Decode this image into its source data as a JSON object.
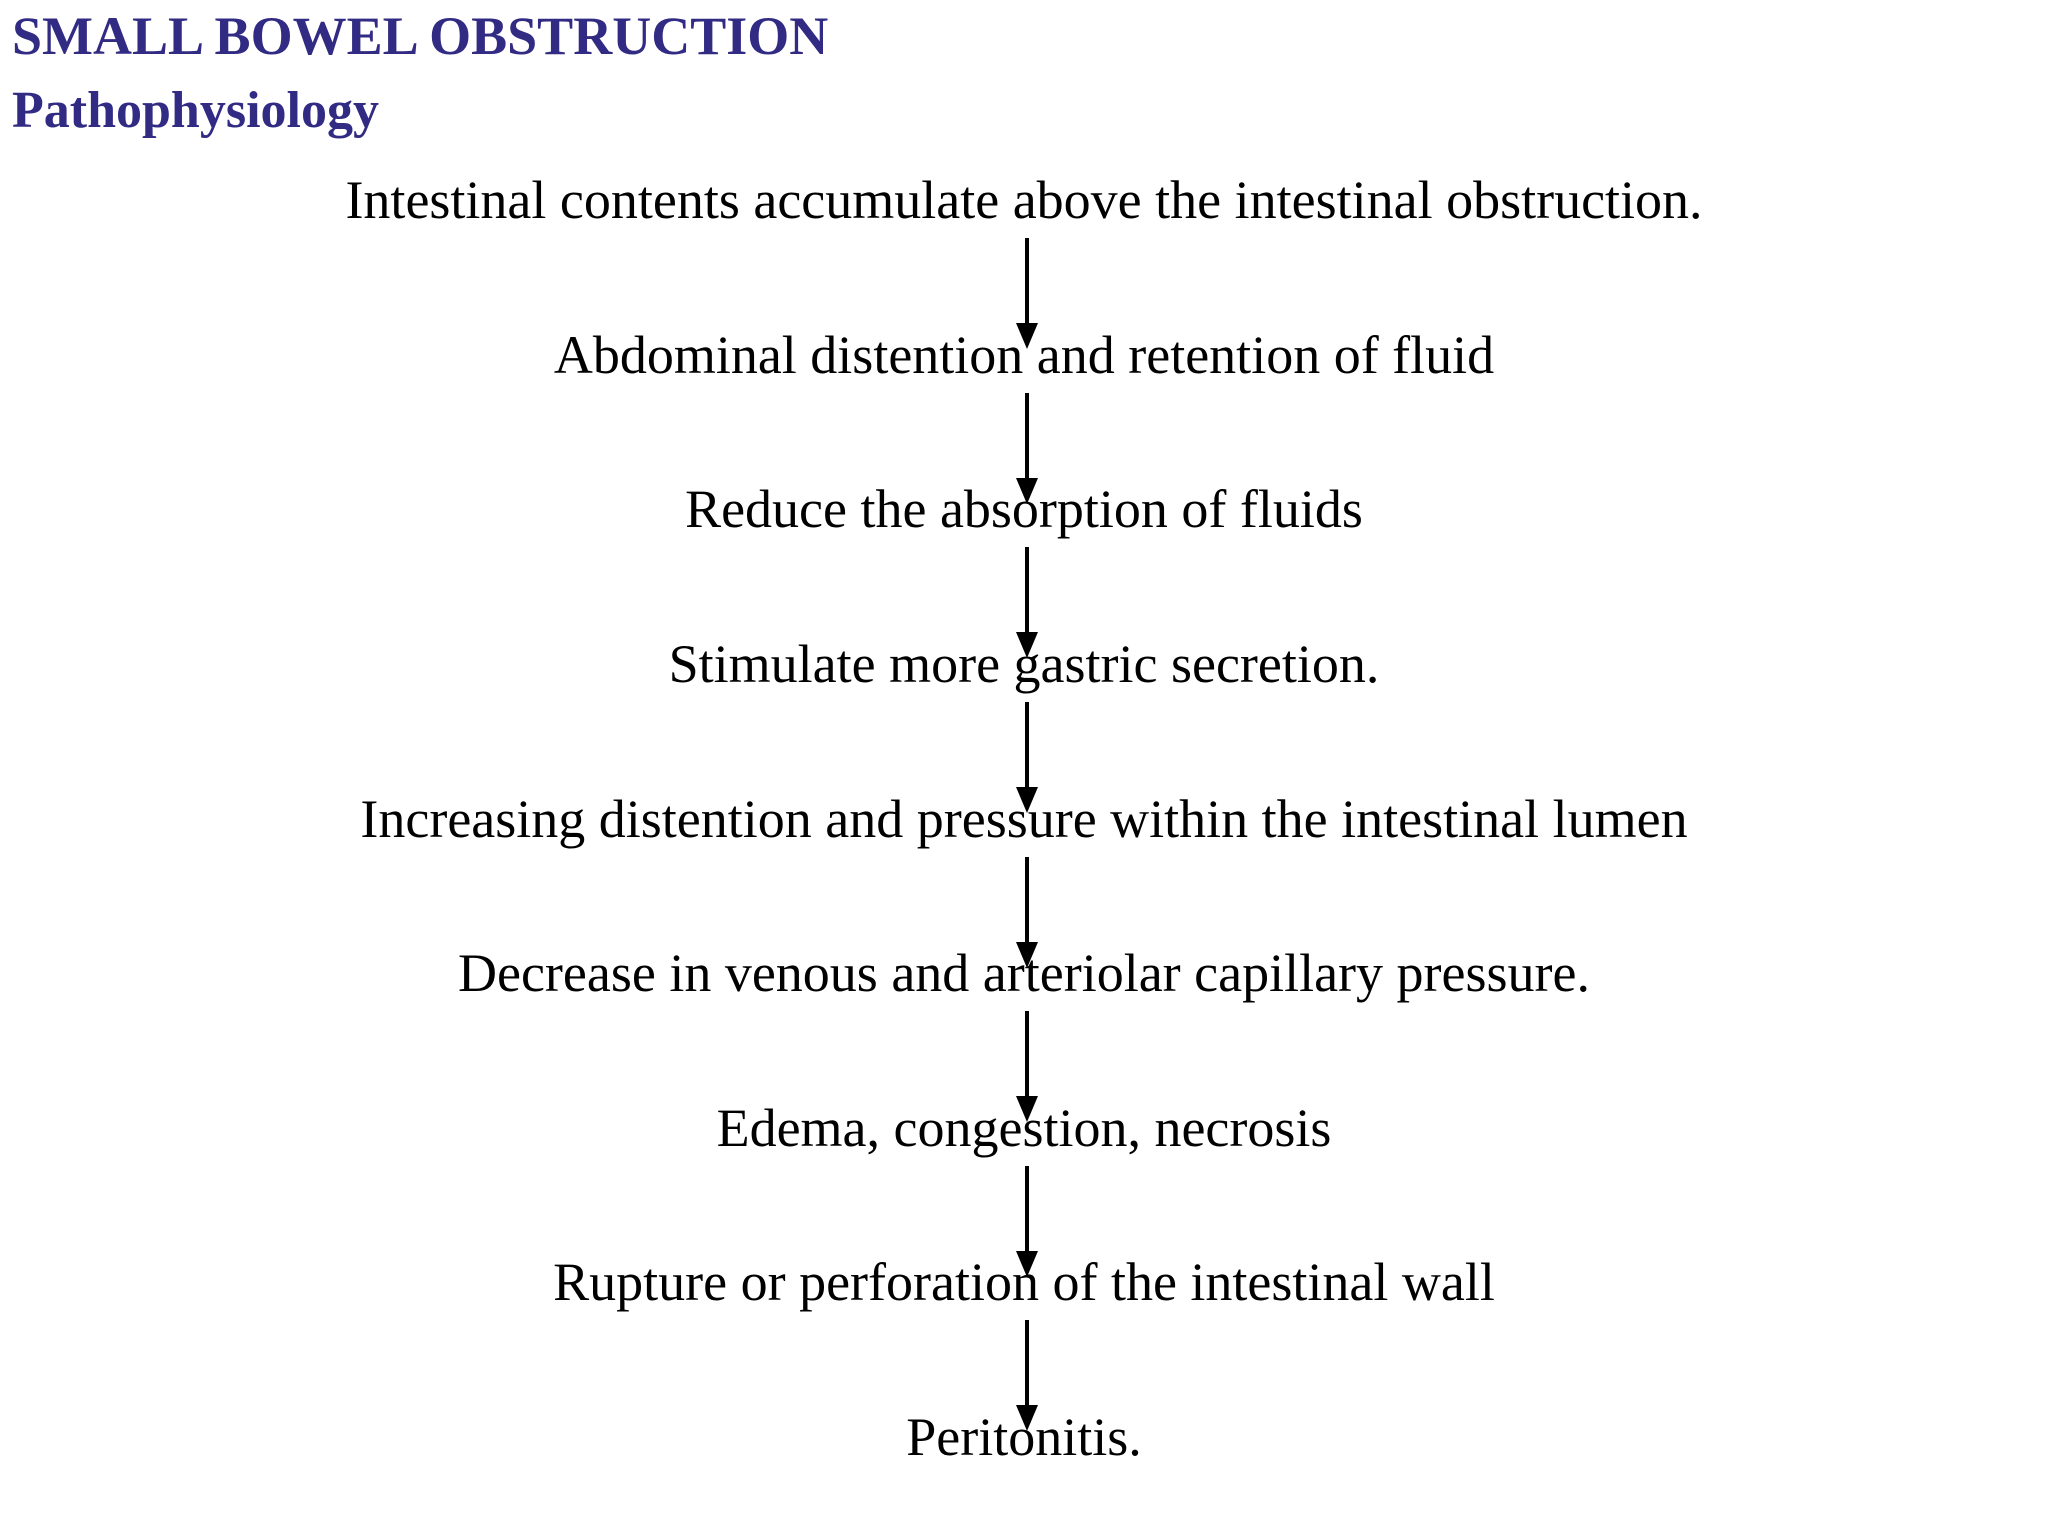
{
  "page": {
    "colors": {
      "background": "#ffffff",
      "heading": "#322B84",
      "text": "#000000",
      "arrow": "#000000"
    },
    "title": "SMALL BOWEL OBSTRUCTION",
    "subtitle": "Pathophysiology"
  },
  "flowchart": {
    "type": "flowchart",
    "direction": "top-down",
    "connector": "down-arrow",
    "steps": [
      "Intestinal contents accumulate above the intestinal obstruction.",
      "Abdominal distention and retention of fluid",
      "Reduce the absorption of fluids",
      "Stimulate more gastric secretion.",
      "Increasing distention and pressure within the intestinal lumen",
      "Decrease in venous and arteriolar capillary pressure.",
      "Edema, congestion, necrosis",
      "Rupture or perforation of the intestinal wall",
      "Peritonitis."
    ]
  }
}
